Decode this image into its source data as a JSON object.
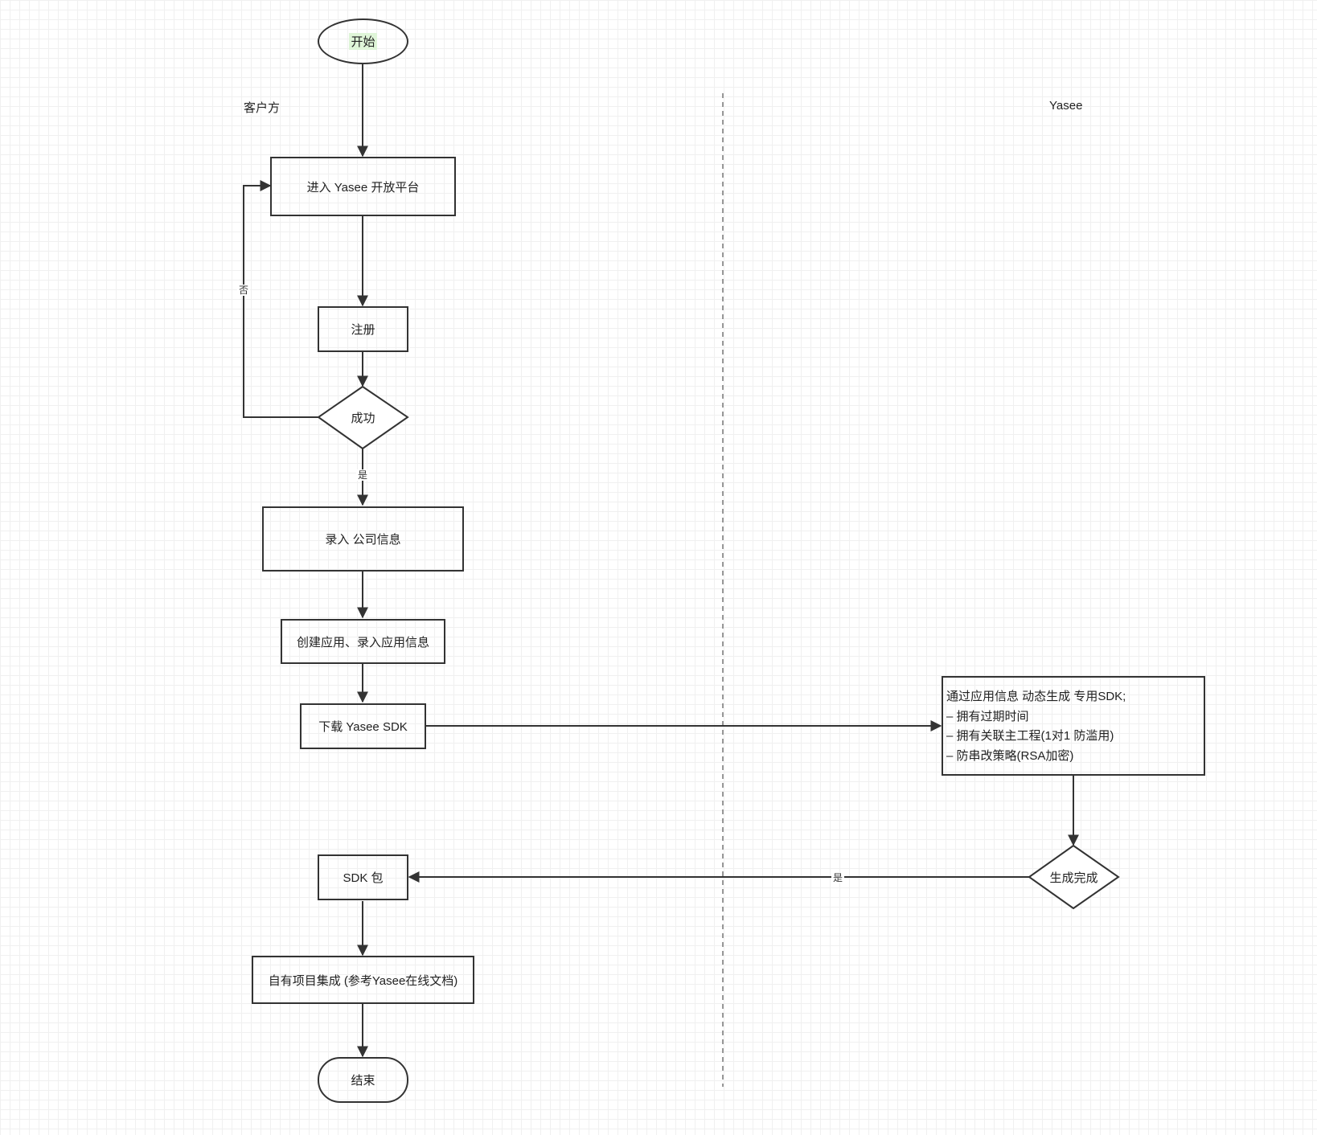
{
  "lanes": {
    "client": "客户方",
    "yasee": "Yasee"
  },
  "nodes": {
    "start": "开始",
    "enter_platform": "进入 Yasee 开放平台",
    "register": "注册",
    "success": "成功",
    "enter_company": "录入 公司信息",
    "create_app": "创建应用、录入应用信息",
    "download_sdk": "下载 Yasee SDK",
    "generate_info": [
      "通过应用信息 动态生成 专用SDK;",
      "– 拥有过期时间",
      "– 拥有关联主工程(1对1 防滥用)",
      "– 防串改策略(RSA加密)"
    ],
    "generate_done": "生成完成",
    "sdk_package": "SDK 包",
    "integrate": "自有项目集成 (参考Yasee在线文档)",
    "end": "结束"
  },
  "edge_labels": {
    "no": "否",
    "yes_register": "是",
    "yes_generate": "是"
  }
}
